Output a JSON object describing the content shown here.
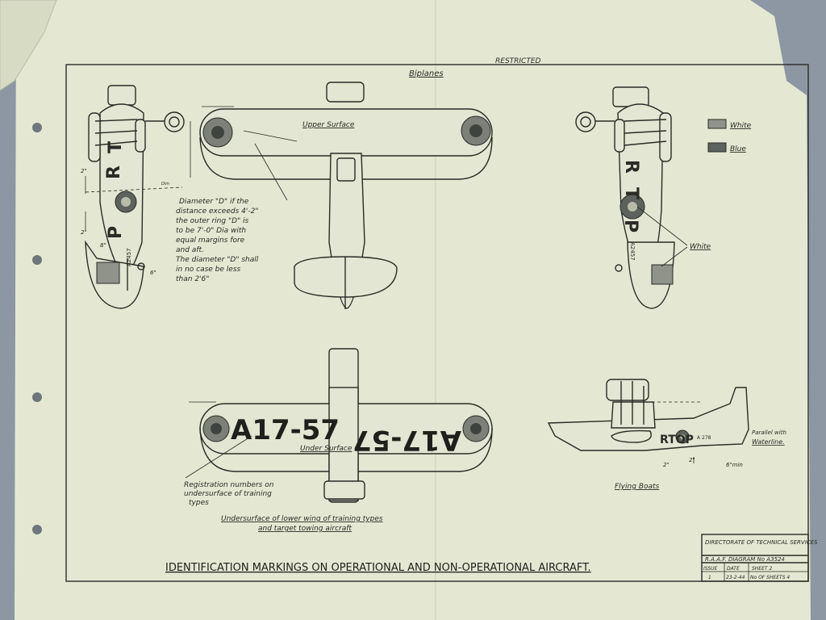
{
  "document": {
    "classification": "RESTRICTED",
    "section_title": "Biplanes",
    "main_title": "IDENTIFICATION MARKINGS ON OPERATIONAL AND NON-OPERATIONAL AIRCRAFT.",
    "legend": {
      "white": "White",
      "blue": "Blue"
    },
    "labels": {
      "upper_surface": "Upper Surface",
      "under_surface": "Under Surface",
      "white_pointer": "White",
      "flying_boats": "Flying Boats",
      "waterline": "Waterline.",
      "parallel_with": "Parallel with"
    },
    "notes": {
      "diameter_note": [
        "Diameter \"D\" if the",
        "distance exceeds 4'-2\"",
        "the outer ring \"D\" is",
        "to be 7'-0\" Dia with",
        "equal margins fore",
        "and aft.",
        " The diameter \"D\" shall",
        "in no case be less",
        "than 2'6\""
      ],
      "registration_note": [
        "Registration numbers on",
        "undersurface of training",
        "types"
      ],
      "undersurface_note": [
        "Undersurface of lower wing of training types",
        "and target towing aircraft"
      ]
    },
    "registrations": {
      "under_left": "A17-57",
      "under_right": "A17-57",
      "side_fuselage": "A2457",
      "boat_serial": "A 278"
    },
    "side_letters": {
      "left": [
        "P",
        "O",
        "R",
        "T"
      ],
      "right": [
        "R",
        "T",
        "O",
        "P"
      ],
      "boat": "RTOP"
    },
    "dimensions": {
      "d1": "2\"",
      "d2": "2\"",
      "d3": "8\"",
      "d4": "6\"",
      "dim": "Dim",
      "boat_a": "2\"",
      "boat_b": "2\"",
      "boat_c": "6\"min"
    },
    "title_block": {
      "authority": "DIRECTORATE OF TECHNICAL SERVICES",
      "diagram": "R.A.A.F. DIAGRAM No A3524",
      "headers": [
        "ISSUE",
        "DATE",
        "SHEET 2"
      ],
      "values": [
        "1",
        "23-2-44",
        "No OF SHEETS 4"
      ]
    },
    "colors": {
      "paper": "#e4e8d3",
      "ink": "#2b2b26",
      "background": "#8c97a3"
    }
  }
}
